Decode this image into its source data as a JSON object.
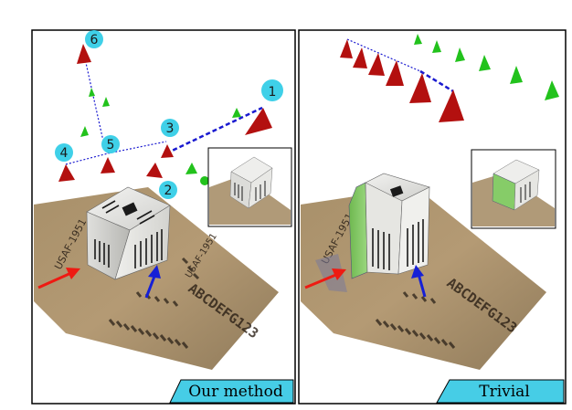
{
  "panels": [
    {
      "caption": "Our method"
    },
    {
      "caption": "Trivial"
    }
  ],
  "camera_labels": [
    "1",
    "2",
    "3",
    "4",
    "5",
    "6"
  ],
  "board_text": {
    "usaf": "USAF-1951",
    "letters": "ABCDEFG123"
  },
  "colors": {
    "camera_red": "#b3100f",
    "camera_green": "#22c21c",
    "label_bubble": "#3fd0e8",
    "caption_bg": "#46cde6",
    "trivial_overlay": "#7fd36a",
    "arrow_red": "#ee1a12",
    "arrow_blue": "#1620d6",
    "path_blue": "#1a1ad0"
  },
  "icons": [
    "camera-frustum-icon",
    "red-arrow-icon",
    "blue-arrow-icon"
  ]
}
